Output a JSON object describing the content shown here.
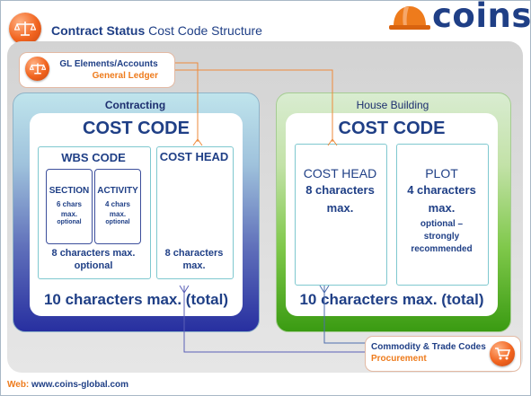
{
  "colors": {
    "brand_blue": "#1f3f86",
    "brand_orange": "#ee7b1c",
    "contracting_line": "#5a5fb6",
    "housebuilding_line": "#4e6dad",
    "gl_line": "#ee8a3b"
  },
  "header": {
    "icon": "scales-icon",
    "title_bold": "Contract Status",
    "title_rest": "Cost Code Structure"
  },
  "logo": {
    "icon": "hard-hat-icon",
    "text": "coins"
  },
  "gl": {
    "icon": "scales-icon",
    "line1": "GL Elements/Accounts",
    "line2": "General Ledger"
  },
  "contracting": {
    "title": "Contracting",
    "cost_code": "COST CODE",
    "wbs": {
      "title": "WBS CODE",
      "section": {
        "title": "SECTION",
        "max1": "6 chars",
        "max2": "max.",
        "optional": "optional"
      },
      "activity": {
        "title": "ACTIVITY",
        "max1": "4 chars",
        "max2": "max.",
        "optional": "optional"
      },
      "max": "8 characters max.",
      "optional": "optional"
    },
    "cost_head": {
      "title": "COST HEAD",
      "max1": "8 characters",
      "max2": "max."
    },
    "total": "10 characters max. (total)"
  },
  "house_building": {
    "title": "House Building",
    "cost_code": "COST CODE",
    "cost_head": {
      "title": "COST HEAD",
      "line2": "8 characters",
      "line3": "max."
    },
    "plot": {
      "title": "PLOT",
      "line2": "4 characters",
      "line3": "max.",
      "line4": "optional –",
      "line5": "strongly",
      "line6": "recommended"
    },
    "total": "10 characters max. (total)"
  },
  "commodity": {
    "icon": "shopping-cart-icon",
    "line1": "Commodity & Trade Codes",
    "line2": "Procurement"
  },
  "footer": {
    "label": "Web:",
    "url": "www.coins-global.com"
  }
}
